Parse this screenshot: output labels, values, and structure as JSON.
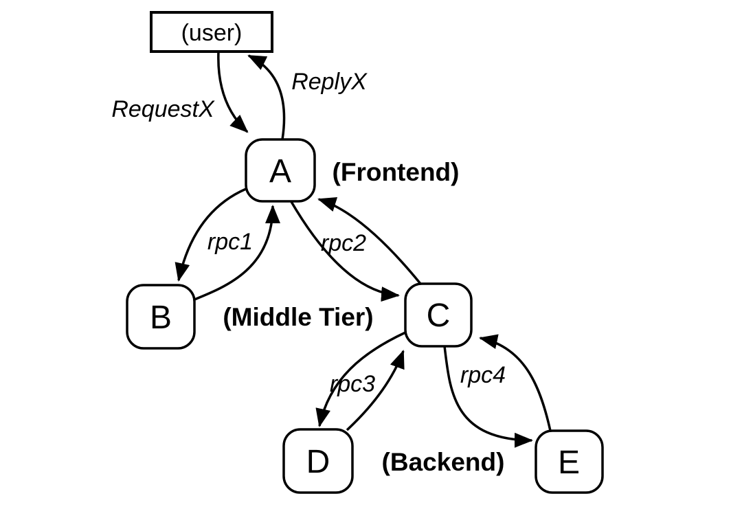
{
  "diagram": {
    "type": "rpc-call-graph",
    "colors": {
      "background": "#ffffff",
      "ink": "#000000"
    },
    "nodes": [
      {
        "id": "user",
        "label": "(user)",
        "shape": "rectangle"
      },
      {
        "id": "A",
        "label": "A",
        "shape": "rounded-rectangle"
      },
      {
        "id": "B",
        "label": "B",
        "shape": "rounded-rectangle"
      },
      {
        "id": "C",
        "label": "C",
        "shape": "rounded-rectangle"
      },
      {
        "id": "D",
        "label": "D",
        "shape": "rounded-rectangle"
      },
      {
        "id": "E",
        "label": "E",
        "shape": "rounded-rectangle"
      }
    ],
    "tiers": [
      {
        "label": "(Frontend)",
        "applies_to": "A"
      },
      {
        "label": "(Middle Tier)",
        "applies_to": "B, C"
      },
      {
        "label": "(Backend)",
        "applies_to": "D, E"
      }
    ],
    "edges": [
      {
        "label": "RequestX",
        "from": "user",
        "to": "A",
        "direction": "one-way"
      },
      {
        "label": "ReplyX",
        "from": "A",
        "to": "user",
        "direction": "one-way"
      },
      {
        "label": "rpc1",
        "from": "A",
        "to": "B",
        "direction": "round-trip"
      },
      {
        "label": "rpc2",
        "from": "A",
        "to": "C",
        "direction": "round-trip"
      },
      {
        "label": "rpc3",
        "from": "C",
        "to": "D",
        "direction": "round-trip"
      },
      {
        "label": "rpc4",
        "from": "C",
        "to": "E",
        "direction": "round-trip"
      }
    ]
  }
}
